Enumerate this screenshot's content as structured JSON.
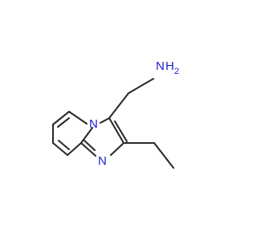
{
  "molecule": {
    "atoms": {
      "amine_N": "N",
      "amine_H": "H",
      "amine_H_count": "2",
      "ring_N_bridge": "N",
      "ring_N_imidazole": "N"
    },
    "colors": {
      "bond": "#2b2b2b",
      "nitrogen": "#1c1ccf",
      "background": "#ffffff"
    }
  }
}
